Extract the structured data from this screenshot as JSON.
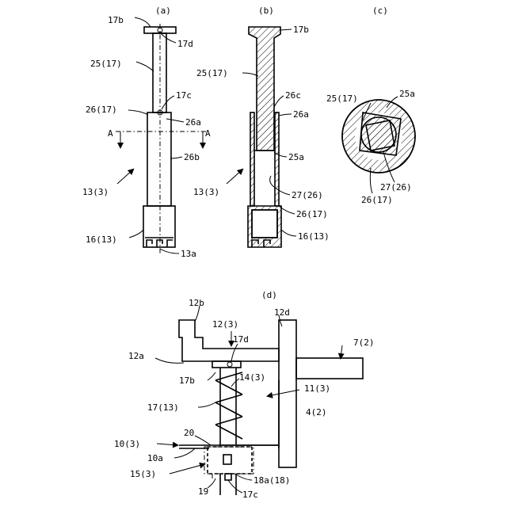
{
  "panels": {
    "a": "(a)",
    "b": "(b)",
    "c": "(c)",
    "d": "(d)"
  },
  "labels_a": {
    "l17b": "17b",
    "l17d": "17d",
    "l25": "25(17)",
    "l17c": "17c",
    "l26": "26(17)",
    "l26a": "26a",
    "lA1": "A",
    "lA2": "A",
    "l26b": "26b",
    "l13": "13(3)",
    "l16": "16(13)",
    "l13a": "13a"
  },
  "labels_b": {
    "l17b": "17b",
    "l25": "25(17)",
    "l26c": "26c",
    "l26a": "26a",
    "l25a": "25a",
    "l13": "13(3)",
    "l27": "27(26)",
    "l26": "26(17)",
    "l16": "16(13)"
  },
  "labels_c": {
    "l25": "25(17)",
    "l25a": "25a",
    "l27": "27(26)",
    "l26": "26(17)"
  },
  "labels_d": {
    "l12b": "12b",
    "l12": "12(3)",
    "l12d": "12d",
    "l12a": "12a",
    "l17d": "17d",
    "l7": "7(2)",
    "l17b": "17b",
    "l14": "14(3)",
    "l11": "11(3)",
    "l17": "17(13)",
    "l4": "4(2)",
    "l20": "20",
    "l10": "10(3)",
    "l10a": "10a",
    "l15": "15(3)",
    "l18a": "18a(18)",
    "l19": "19",
    "l17c": "17c"
  }
}
